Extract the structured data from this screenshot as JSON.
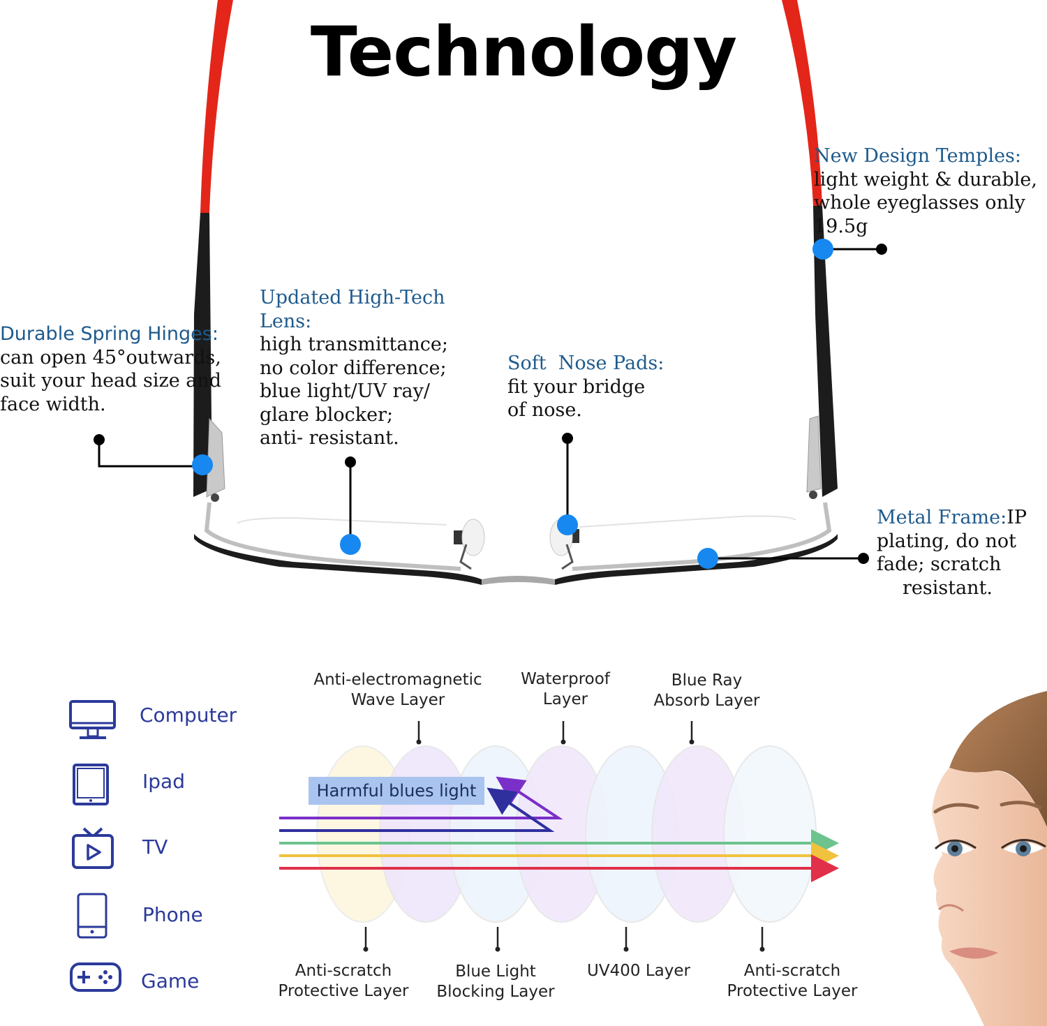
{
  "title": "Technology",
  "features": {
    "temples": {
      "head": "New Design Temples:",
      "lines": [
        "light weight & durable,",
        "whole eyeglasses only",
        "19.5g"
      ]
    },
    "hinges": {
      "head": "Durable Spring Hinges:",
      "lines": [
        "can open 45°outwards,",
        "suit your head size and",
        "face width."
      ]
    },
    "lens": {
      "head_lines": [
        "Updated High-Tech",
        "Lens:"
      ],
      "lines": [
        "high transmittance;",
        "no color difference;",
        "blue light/UV ray/",
        "glare blocker;",
        "anti- resistant."
      ]
    },
    "nose": {
      "head": "Soft  Nose Pads:",
      "lines": [
        "fit your bridge",
        "of nose."
      ]
    },
    "frame": {
      "head": "Metal Frame:",
      "tail": "IP",
      "lines": [
        "plating, do not",
        "fade; scratch",
        "resistant."
      ]
    }
  },
  "devices": [
    {
      "label": "Computer",
      "icon": "monitor-icon"
    },
    {
      "label": "Ipad",
      "icon": "tablet-icon"
    },
    {
      "label": "TV",
      "icon": "tv-icon"
    },
    {
      "label": "Phone",
      "icon": "phone-icon"
    },
    {
      "label": "Game",
      "icon": "gamepad-icon"
    }
  ],
  "layers_top": [
    {
      "lines": [
        "Anti-electromagnetic",
        "Wave Layer"
      ]
    },
    {
      "lines": [
        "Waterproof",
        "Layer"
      ]
    },
    {
      "lines": [
        "Blue Ray",
        "Absorb Layer"
      ]
    }
  ],
  "layers_bottom": [
    {
      "lines": [
        "Anti-scratch",
        "Protective Layer"
      ]
    },
    {
      "lines": [
        "Blue Light",
        "Blocking Layer"
      ]
    },
    {
      "lines": [
        "UV400 Layer"
      ]
    },
    {
      "lines": [
        "Anti-scratch",
        "Protective Layer"
      ]
    }
  ],
  "harmful_label": "Harmful blues light",
  "colors": {
    "frame_red": "#e32619",
    "frame_black": "#1c1c1c",
    "callout_dot": "#1688f0",
    "heading_blue": "#1e5a8c",
    "device_blue": "#2b3a9a",
    "ray_violet": "#7b2fc9",
    "ray_indigo": "#2f2f9e",
    "ray_green": "#6cc38e",
    "ray_yellow": "#f0c23e",
    "ray_red": "#e0304a"
  }
}
